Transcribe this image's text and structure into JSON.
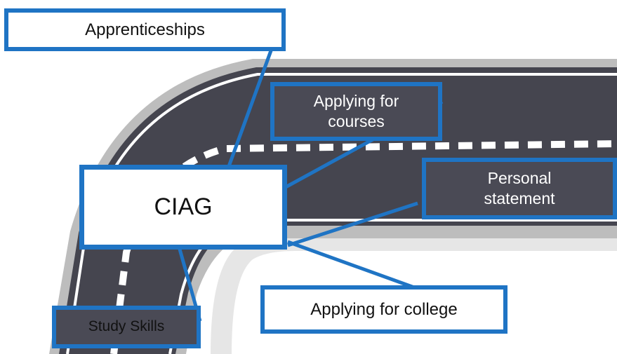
{
  "colors": {
    "border": "#1f74c4",
    "road": "#45454f",
    "road_edge": "#bfbfbf",
    "lane_marking": "#ffffff",
    "dark_box": "#4a4a55",
    "light_box": "#ffffff"
  },
  "nodes": {
    "center": {
      "label": "CIAG"
    },
    "apprenticeships": {
      "label": "Apprenticeships"
    },
    "applying_courses": {
      "line1": "Applying for",
      "line2": "courses"
    },
    "personal_statement": {
      "line1": "Personal",
      "line2": "statement"
    },
    "applying_college": {
      "label": "Applying for college"
    },
    "study_skills": {
      "label": "Study Skills"
    }
  }
}
